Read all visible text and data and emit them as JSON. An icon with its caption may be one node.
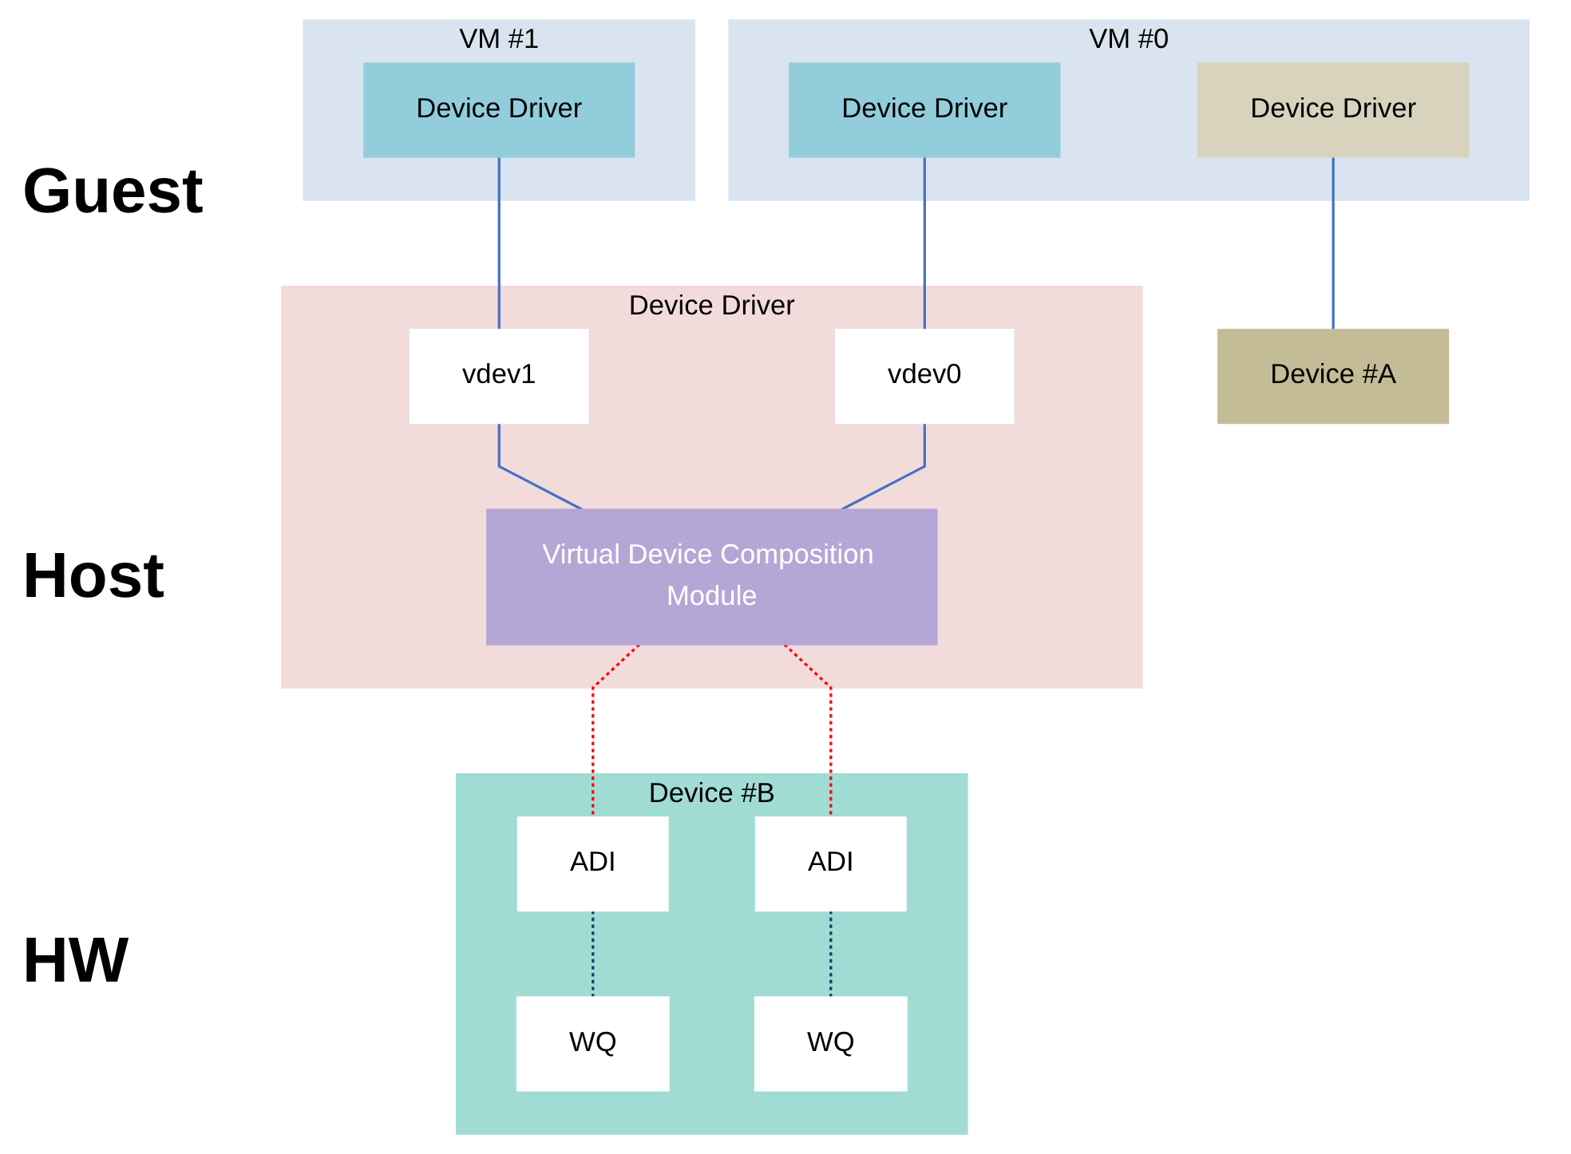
{
  "diagram": {
    "nodes": [
      {
        "text": [
          "VM #0"
        ]
      },
      {
        "text": [
          "Device Driver"
        ],
        "in": 0
      },
      {
        "text": [
          "Device Driver"
        ],
        "in": 0
      },
      {
        "text": [
          "VM #1"
        ]
      },
      {
        "text": [
          "Device Driver"
        ],
        "in": 3
      },
      {
        "text": [
          "Device Driver"
        ]
      },
      {
        "text": [
          "vdev0"
        ],
        "in": 5
      },
      {
        "text": [
          "vdev1"
        ],
        "in": 5
      },
      {
        "text": [
          "Virtual Device Composition Module"
        ],
        "in": 5
      },
      {
        "text": [
          "Device #A"
        ]
      },
      {
        "text": [
          "Device #B"
        ]
      },
      {
        "text": [
          "ADI"
        ],
        "in": 10
      },
      {
        "text": [
          "ADI"
        ],
        "in": 10
      },
      {
        "text": [
          "WQ"
        ],
        "in": 10
      },
      {
        "text": [
          "WQ"
        ],
        "in": 10
      }
    ],
    "edges": [
      {
        "from": 1,
        "to": 9,
        "arrow": "none"
      },
      {
        "from": 2,
        "to": 6,
        "arrow": "none"
      },
      {
        "from": 4,
        "to": 7,
        "arrow": "none"
      },
      {
        "from": 6,
        "to": 8,
        "arrow": "none"
      },
      {
        "from": 7,
        "to": 8,
        "arrow": "none"
      },
      {
        "from": 8,
        "to": 11,
        "arrow": "none",
        "style": "dashed",
        "color": "#ff0000"
      },
      {
        "from": 8,
        "to": 12,
        "arrow": "none",
        "style": "dashed",
        "color": "#ff0000"
      },
      {
        "from": 11,
        "to": 13,
        "arrow": "none",
        "style": "dashed",
        "color": "#1f3864"
      },
      {
        "from": 12,
        "to": 14,
        "arrow": "none",
        "style": "dashed",
        "color": "#1f3864"
      }
    ],
    "labels": [
      "Guest",
      "Host",
      "HW"
    ]
  }
}
